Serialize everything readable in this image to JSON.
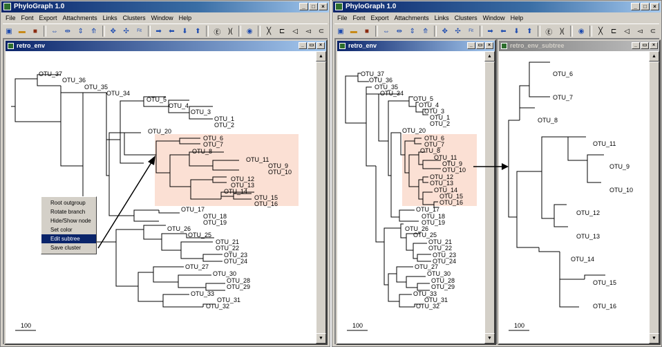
{
  "windows": [
    {
      "title": "PhyloGraph 1.0",
      "child_title": "retro_env"
    },
    {
      "title": "PhyloGraph 1.0",
      "child_title": "retro_env",
      "subtree_title": "retro_env_subtree"
    }
  ],
  "menu": [
    "File",
    "Font",
    "Export",
    "Attachments",
    "Links",
    "Clusters",
    "Window",
    "Help"
  ],
  "context_menu": {
    "items": [
      "Root outgroup",
      "Rotate branch",
      "Hide/Show node",
      "Set color",
      "Edit subtree",
      "Save cluster"
    ],
    "selected": "Edit subtree"
  },
  "tree": {
    "scale_label": "100",
    "labels": {
      "o37": "OTU_37",
      "o36": "OTU_36",
      "o35": "OTU_35",
      "o34": "OTU_34",
      "o5": "OTU_5",
      "o4": "OTU_4",
      "o3": "OTU_3",
      "o1": "OTU_1",
      "o2": "OTU_2",
      "o20": "OTU_20",
      "o6": "OTU_6",
      "o7": "OTU_7",
      "o8": "OTU_8",
      "o11": "OTU_11",
      "o9": "OTU_9",
      "o10": "OTU_10",
      "o12": "OTU_12",
      "o13": "OTU_13",
      "o14": "OTU_14",
      "o15": "OTU_15",
      "o16": "OTU_16",
      "o17": "OTU_17",
      "o18": "OTU_18",
      "o19": "OTU_19",
      "o26": "OTU_26",
      "o25": "OTU_25",
      "o21": "OTU_21",
      "o22": "OTU_22",
      "o23": "OTU_23",
      "o24": "OTU_24",
      "o27": "OTU_27",
      "o30": "OTU_30",
      "o28": "OTU_28",
      "o29": "OTU_29",
      "o33": "OTU_33",
      "o31": "OTU_31",
      "o32": "OTU_32"
    }
  },
  "subtree": {
    "scale_label": "100",
    "labels": {
      "o6": "OTU_6",
      "o7": "OTU_7",
      "o8": "OTU_8",
      "o11": "OTU_11",
      "o9": "OTU_9",
      "o10": "OTU_10",
      "o12": "OTU_12",
      "o13": "OTU_13",
      "o14": "OTU_14",
      "o15": "OTU_15",
      "o16": "OTU_16"
    }
  },
  "colors": {
    "highlight": "#fbe0d4",
    "title_active": "#0a246a",
    "selected_item": "#0a246a"
  }
}
